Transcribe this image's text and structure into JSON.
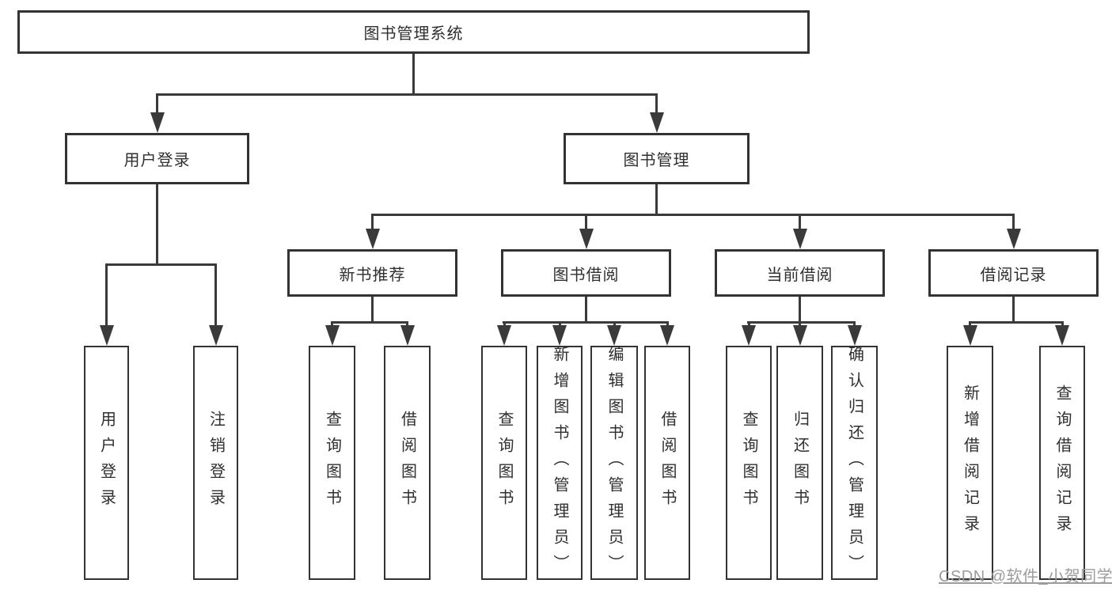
{
  "colors": {
    "line": "#3a3a3a",
    "border": "#333333",
    "text": "#2f2f2f",
    "watermark": "#9c9c9c",
    "background": "#ffffff"
  },
  "tree": {
    "root": "图书管理系统",
    "user": {
      "label": "用户登录",
      "children": [
        "用户登录",
        "注销登录"
      ]
    },
    "mgmt": {
      "label": "图书管理",
      "sections": [
        {
          "label": "新书推荐",
          "children": [
            "查询图书",
            "借阅图书"
          ]
        },
        {
          "label": "图书借阅",
          "children": [
            "查询图书",
            "新增图书（管理员）",
            "编辑图书（管理员）",
            "借阅图书"
          ]
        },
        {
          "label": "当前借阅",
          "children": [
            "查询图书",
            "归还图书",
            "确认归还（管理员）"
          ]
        },
        {
          "label": "借阅记录",
          "children": [
            "新增借阅记录",
            "查询借阅记录"
          ]
        }
      ]
    }
  },
  "watermark": "CSDN @软件_小贺同学"
}
